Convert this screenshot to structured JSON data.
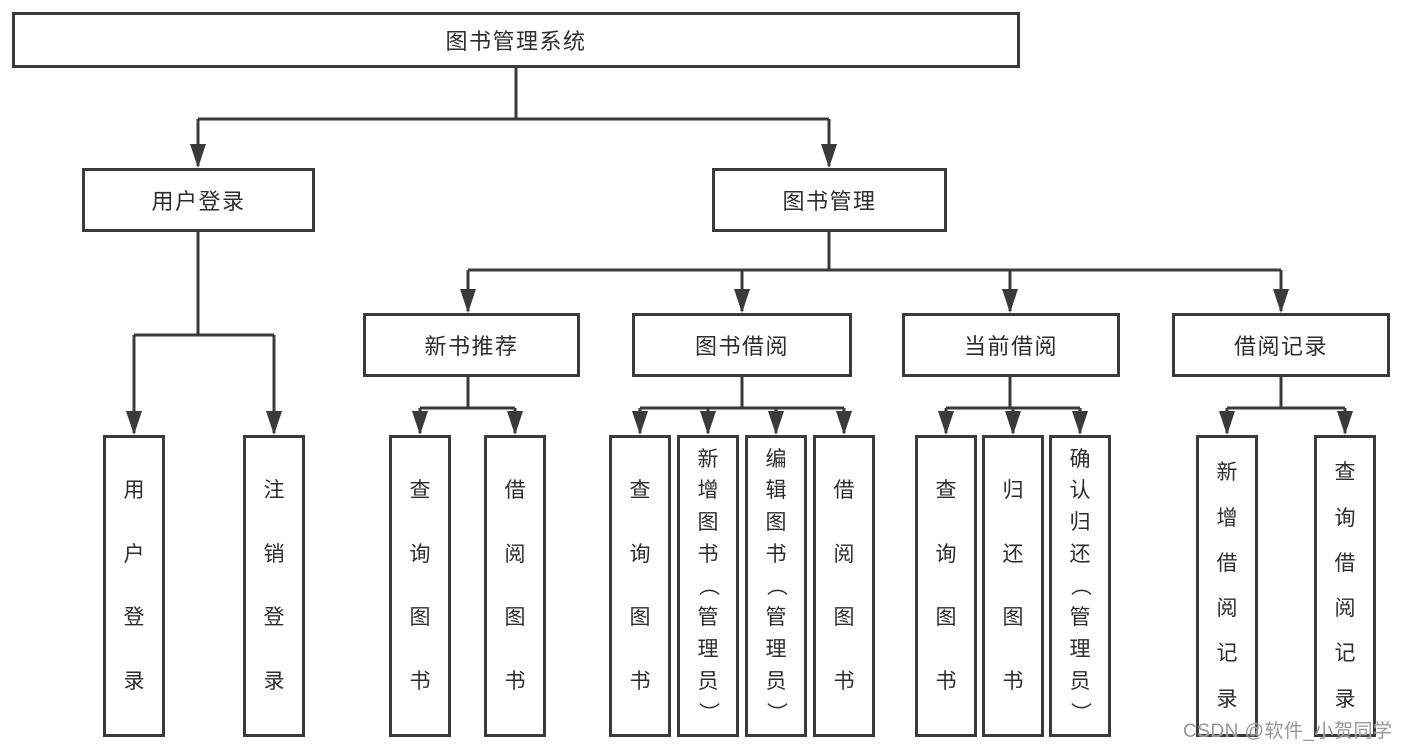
{
  "diagram": {
    "title": "图书管理系统",
    "colors": {
      "line": "#3a3a3a",
      "box_border": "#3a3a3a",
      "text": "#2d2d2d",
      "background": "#ffffff",
      "watermark": "#969696"
    },
    "root": {
      "label": "图书管理系统"
    },
    "level2": [
      {
        "label": "用户登录"
      },
      {
        "label": "图书管理"
      }
    ],
    "level3": [
      {
        "label": "新书推荐",
        "parent": "图书管理"
      },
      {
        "label": "图书借阅",
        "parent": "图书管理"
      },
      {
        "label": "当前借阅",
        "parent": "图书管理"
      },
      {
        "label": "借阅记录",
        "parent": "图书管理"
      }
    ],
    "leaves": [
      {
        "label": "用户登录",
        "parent": "用户登录"
      },
      {
        "label": "注销登录",
        "parent": "用户登录"
      },
      {
        "label": "查询图书",
        "parent": "新书推荐"
      },
      {
        "label": "借阅图书",
        "parent": "新书推荐"
      },
      {
        "label": "查询图书",
        "parent": "图书借阅"
      },
      {
        "label": "新增图书（管理员）",
        "parent": "图书借阅"
      },
      {
        "label": "编辑图书（管理员）",
        "parent": "图书借阅"
      },
      {
        "label": "借阅图书",
        "parent": "图书借阅"
      },
      {
        "label": "查询图书",
        "parent": "当前借阅"
      },
      {
        "label": "归还图书",
        "parent": "当前借阅"
      },
      {
        "label": "确认归还（管理员）",
        "parent": "当前借阅"
      },
      {
        "label": "新增借阅记录",
        "parent": "借阅记录"
      },
      {
        "label": "查询借阅记录",
        "parent": "借阅记录"
      }
    ]
  },
  "watermark": {
    "text": "CSDN @软件_小贺同学"
  }
}
